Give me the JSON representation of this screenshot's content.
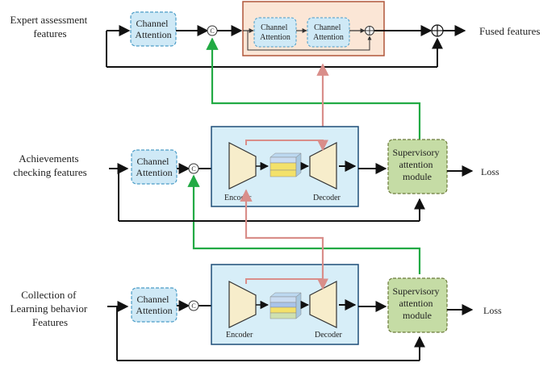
{
  "inputs": {
    "expert": [
      "Expert assessment",
      "features"
    ],
    "achievements": [
      "Achievements",
      "checking features"
    ],
    "learning": [
      "Collection of",
      "Learning behavior",
      "Features"
    ]
  },
  "channel_attention": [
    "Channel",
    "Attention"
  ],
  "concat_symbol": "C",
  "encoder_label": "Encoder",
  "decoder_label": "Decoder",
  "supervisory_module": [
    "Supervisory",
    "attention",
    "module"
  ],
  "loss_label": "Loss",
  "fused_output": "Fused features",
  "colors": {
    "channel_attention_fill": "#cfe9f6",
    "channel_attention_border": "#4a9cc7",
    "block_fill": "#d7eef8",
    "block_border": "#1f4e79",
    "supervisory_fill": "#c5dca5",
    "supervisory_border": "#6b7a3a",
    "fusion_fill": "#fbe6d6",
    "fusion_border": "#b0573a",
    "trapezoid_fill": "#f7edcb",
    "green_line": "#22aa44",
    "pink_line": "#d98e8a"
  }
}
